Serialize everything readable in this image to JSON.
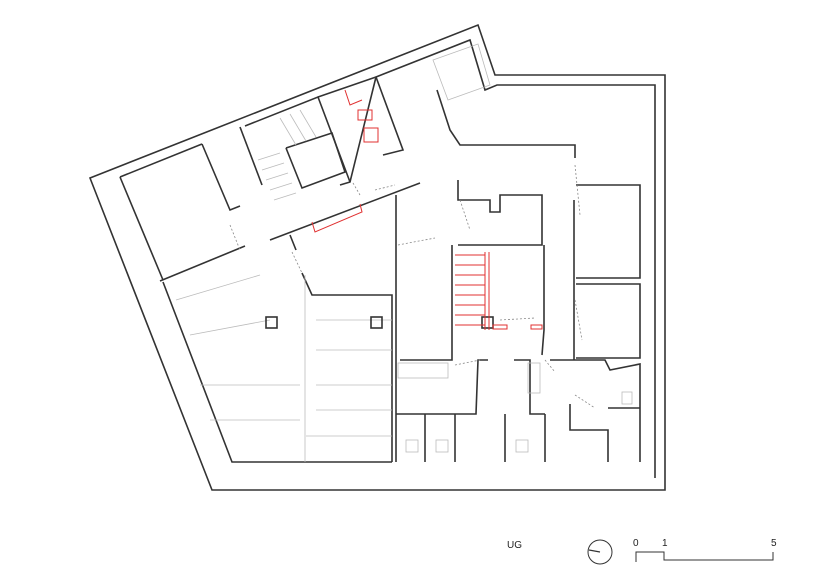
{
  "plan": {
    "level_label": "UG",
    "north_arrow_icon": "north-arrow-icon",
    "scale_bar": {
      "ticks": [
        "0",
        "1",
        "5"
      ],
      "unit_values": [
        0,
        1,
        5
      ]
    },
    "colors": {
      "wall": "#333333",
      "fixture": "#bbbbbb",
      "highlight": "#e03030"
    }
  }
}
